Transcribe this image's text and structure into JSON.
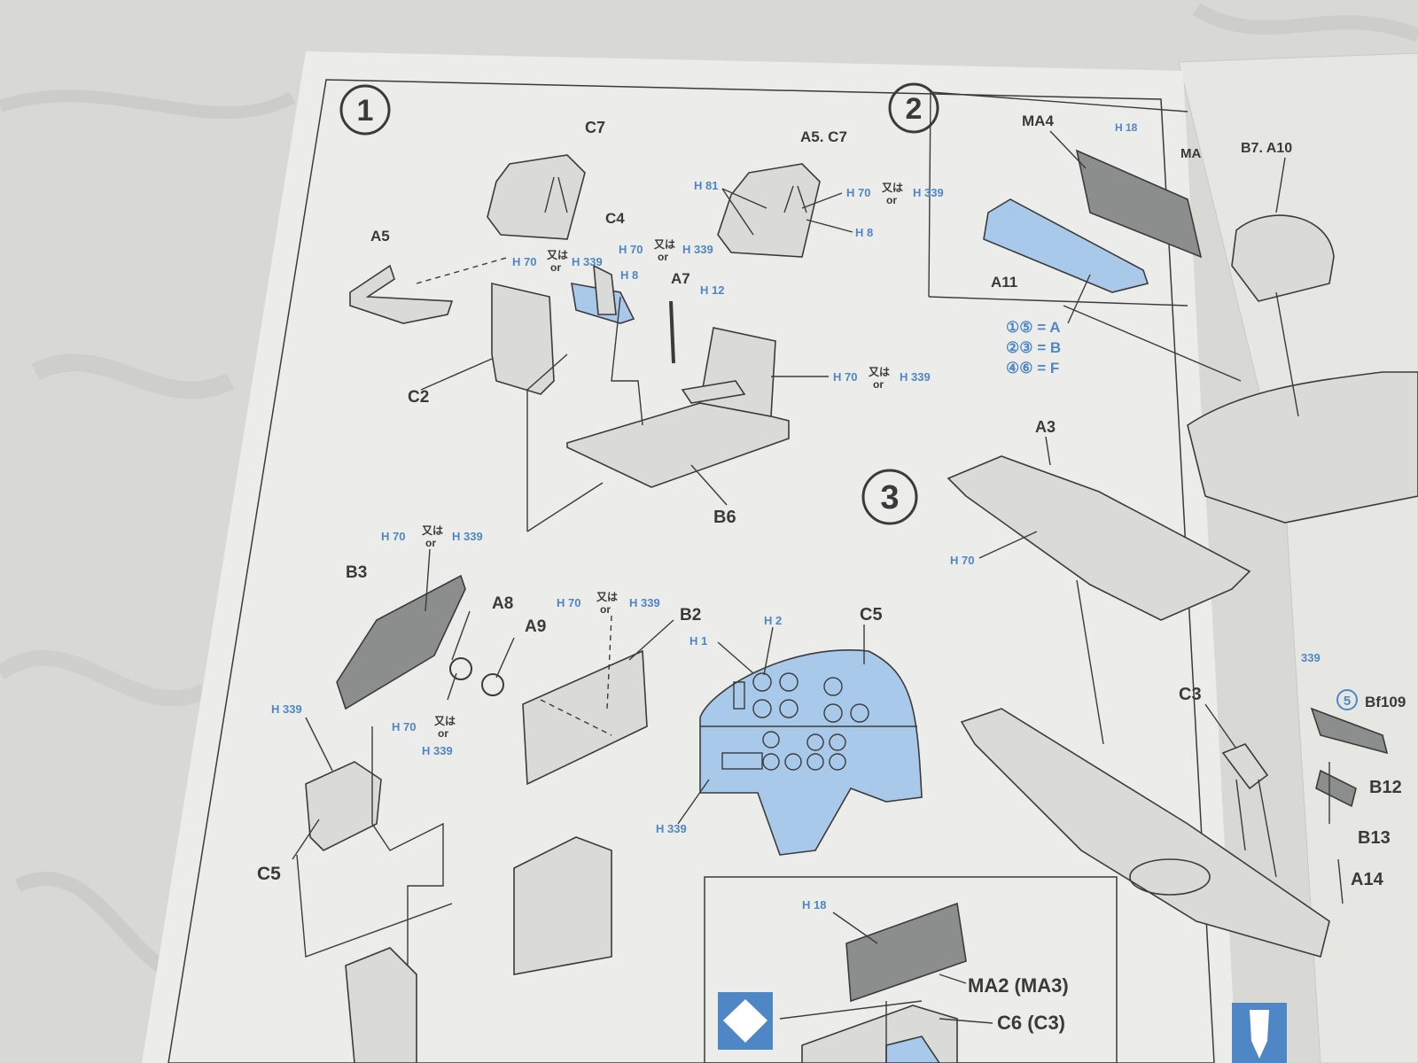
{
  "steps": {
    "s1": "1",
    "s2": "2",
    "s3": "3",
    "s5": "5"
  },
  "parts": {
    "C7": "C7",
    "A5": "A5",
    "C4": "C4",
    "A5C7": "A5. C7",
    "A7": "A7",
    "C2": "C2",
    "B6": "B6",
    "B3": "B3",
    "A8": "A8",
    "A9": "A9",
    "B2": "B2",
    "C5a": "C5",
    "C5b": "C5",
    "MA4": "MA4",
    "MA": "MA",
    "B7A10": "B7. A10",
    "A11": "A11",
    "A3": "A3",
    "C3": "C3",
    "B12": "B12",
    "B13": "B13",
    "A14": "A14",
    "MA2": "MA2 (MA3)",
    "C6": "C6 (C3)",
    "Bf109": "Bf109"
  },
  "paint": {
    "h70": "H 70",
    "h339": "H 339",
    "h8": "H 8",
    "h81": "H 81",
    "h12": "H 12",
    "h2": "H 2",
    "h1": "H 1",
    "h18": "H 18",
    "h18b": "H 18",
    "h339s": "339",
    "mataha": "又は",
    "or": "or"
  },
  "codes": {
    "c1": "①⑤ = A",
    "c2": "②③ = B",
    "c3": "④⑥ = F"
  },
  "colors": {
    "paper": "#ecedea",
    "ink": "#3b3b3b",
    "blue": "#4f86c6",
    "part_blue": "#a9c9ea",
    "marble": "#d9d9d6"
  }
}
